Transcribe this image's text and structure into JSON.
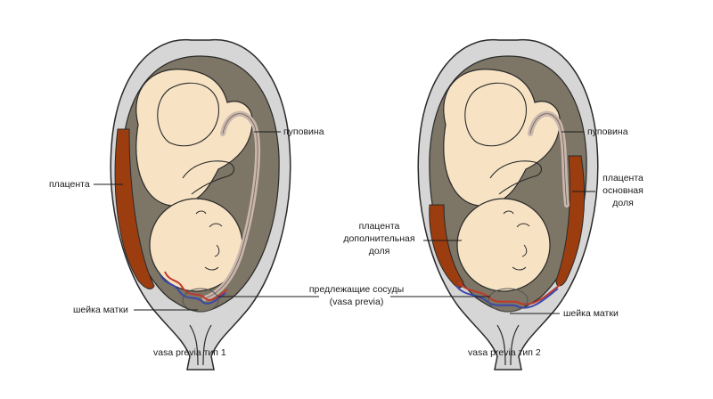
{
  "diagram": {
    "panels": [
      {
        "caption": "vasa previa тип 1",
        "labels": {
          "umbilical_cord": "пуповина",
          "placenta": "плацента",
          "cervix": "шейка матки"
        }
      },
      {
        "caption": "vasa previa тип 2",
        "labels": {
          "umbilical_cord": "пуповина",
          "placenta_main_l1": "плацента",
          "placenta_main_l2": "основная",
          "placenta_main_l3": "доля",
          "placenta_accessory_l1": "плацента",
          "placenta_accessory_l2": "дополнительная",
          "placenta_accessory_l3": "доля",
          "cervix": "шейка матки"
        }
      }
    ],
    "shared_label": {
      "line1": "предлежащие сосуды",
      "line2": "(vasa previa)"
    },
    "colors": {
      "uterus_wall": "#d6d6d6",
      "amniotic_cavity": "#7d7565",
      "fetus_skin": "#f7e3c4",
      "placenta": "#9c3d10",
      "umbilical_cord": "#c9b7ad",
      "vessel_red": "#c0392b",
      "vessel_blue": "#3949ab"
    }
  }
}
